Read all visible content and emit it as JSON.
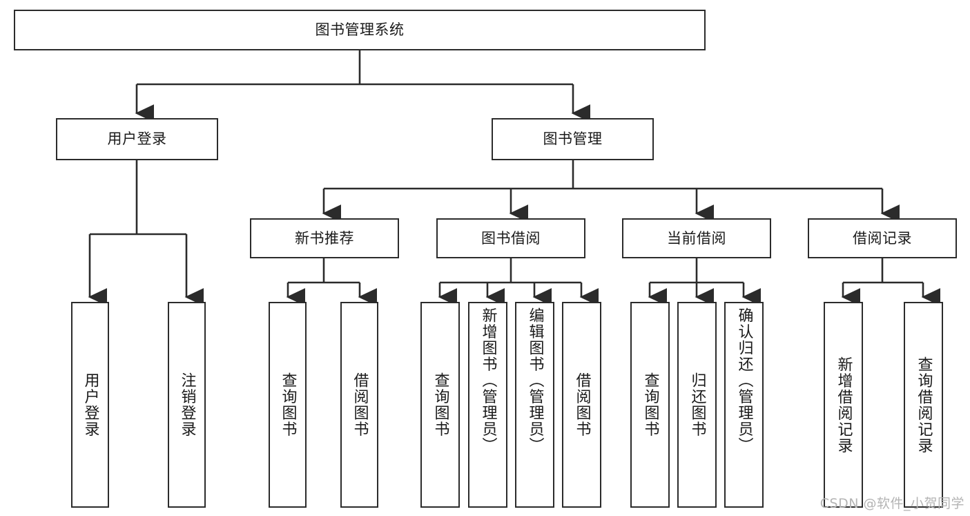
{
  "diagram": {
    "type": "tree-hierarchy",
    "title": "图书管理系统",
    "watermark": "CSDN @软件_小贺同学",
    "colors": {
      "box_border": "#2b2b2b",
      "box_fill": "#ffffff",
      "connector": "#2b2b2b",
      "text": "#1a1a1a",
      "watermark": "#b4b4b4",
      "background": "#ffffff"
    },
    "root": {
      "label": "图书管理系统"
    },
    "level2": [
      {
        "label": "用户登录"
      },
      {
        "label": "图书管理"
      }
    ],
    "level3": [
      {
        "label": "新书推荐"
      },
      {
        "label": "图书借阅"
      },
      {
        "label": "当前借阅"
      },
      {
        "label": "借阅记录"
      }
    ],
    "leaves": {
      "user_login": [
        {
          "label": "用户登录"
        },
        {
          "label": "注销登录"
        }
      ],
      "new_book": [
        {
          "label": "查询图书"
        },
        {
          "label": "借阅图书"
        }
      ],
      "book_borrow": [
        {
          "label": "查询图书"
        },
        {
          "label": "新增图书（管理员）"
        },
        {
          "label": "编辑图书（管理员）"
        },
        {
          "label": "借阅图书"
        }
      ],
      "current_borrow": [
        {
          "label": "查询图书"
        },
        {
          "label": "归还图书"
        },
        {
          "label": "确认归还（管理员）"
        }
      ],
      "borrow_record": [
        {
          "label": "新增借阅记录"
        },
        {
          "label": "查询借阅记录"
        }
      ]
    }
  }
}
